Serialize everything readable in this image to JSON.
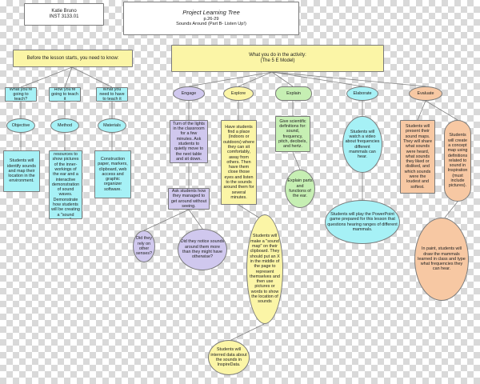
{
  "header": {
    "teacher": "Katie Bruno\nINST 3133.01",
    "title": "Project Learning Tree",
    "subtitle": "p.26-29\nSounds Around (Part B- Listen Up!)"
  },
  "before_lesson": "Before the lesson starts, you need to know:",
  "activity_header": "What you do in the activity:\n(The 5 E Model)",
  "prep": {
    "teach_q": "What you're going to teach?",
    "how_q": "How you're going to teach it",
    "need_q": "What you need to have to teach it",
    "objective": "Objective",
    "method": "Method",
    "materials": "Materials",
    "objective_text": "Students will identify sounds and map their location in the environment.",
    "method_text": "Use Internet resources to show pictures of the inner-workings of the ear and a interactive demonstration of sound waves. Demonstrate how students will be creating a \"sound map.\"",
    "materials_text": "Construction paper, markers, clipboard, web access and graphic organizer software."
  },
  "engage": {
    "label": "Engage",
    "step1": "Turn of the lights in the classroom for a few minutes. Ask students to quietly move to the next table and sit down.",
    "step2": "Ask students how they managed to get around without seeing.",
    "q1": "Did they rely on other senses?",
    "q2": "Did they notice sounds around them more than they might have otherwise?"
  },
  "explore": {
    "label": "Explore",
    "step1": "Have students find a place (indoors or outdoors) where they can sit comfortably, away from others. Then have them close those eyes and listen to the sounds around them for several minutes.",
    "step2": "Students will make a \"sound map\" on their clipboard. They should put an X in the middle of the page to represent themselves and then use pictures or words to show the location of sounds",
    "step3": "Students will interred data about the sounds in InspireData."
  },
  "explain": {
    "label": "Explain",
    "step1": "Give scientific definitions for: sound, frequency, pitch, decibels, and hertz.",
    "step2": "Explain parts and functions of the ear."
  },
  "elaborate": {
    "label": "Elaborate",
    "step1": "Students will watch a video about frequencies different mammals can hear.",
    "step2": "Students will play the PowerPoint game prepared for this lesson that questions hearing ranges of different mammals."
  },
  "evaluate": {
    "label": "Evaluate",
    "step1": "Students will present their sound maps. They will share what sounds were heard, what sounds they liked or disliked, and which sounds were the loudest and softest.",
    "step2": "Students will create a concept map using definitions related to sound in Inspiration (must include pictures).",
    "step3": "In paint, students will draw the mammals learned in class and type what frequencies they can hear."
  },
  "colors": {
    "yellow": "#fbf5a6",
    "cyan": "#a6f1f6",
    "lavender": "#d0c8ee",
    "green": "#c6efb3",
    "peach": "#f7c8a3",
    "connector": "#808080"
  }
}
